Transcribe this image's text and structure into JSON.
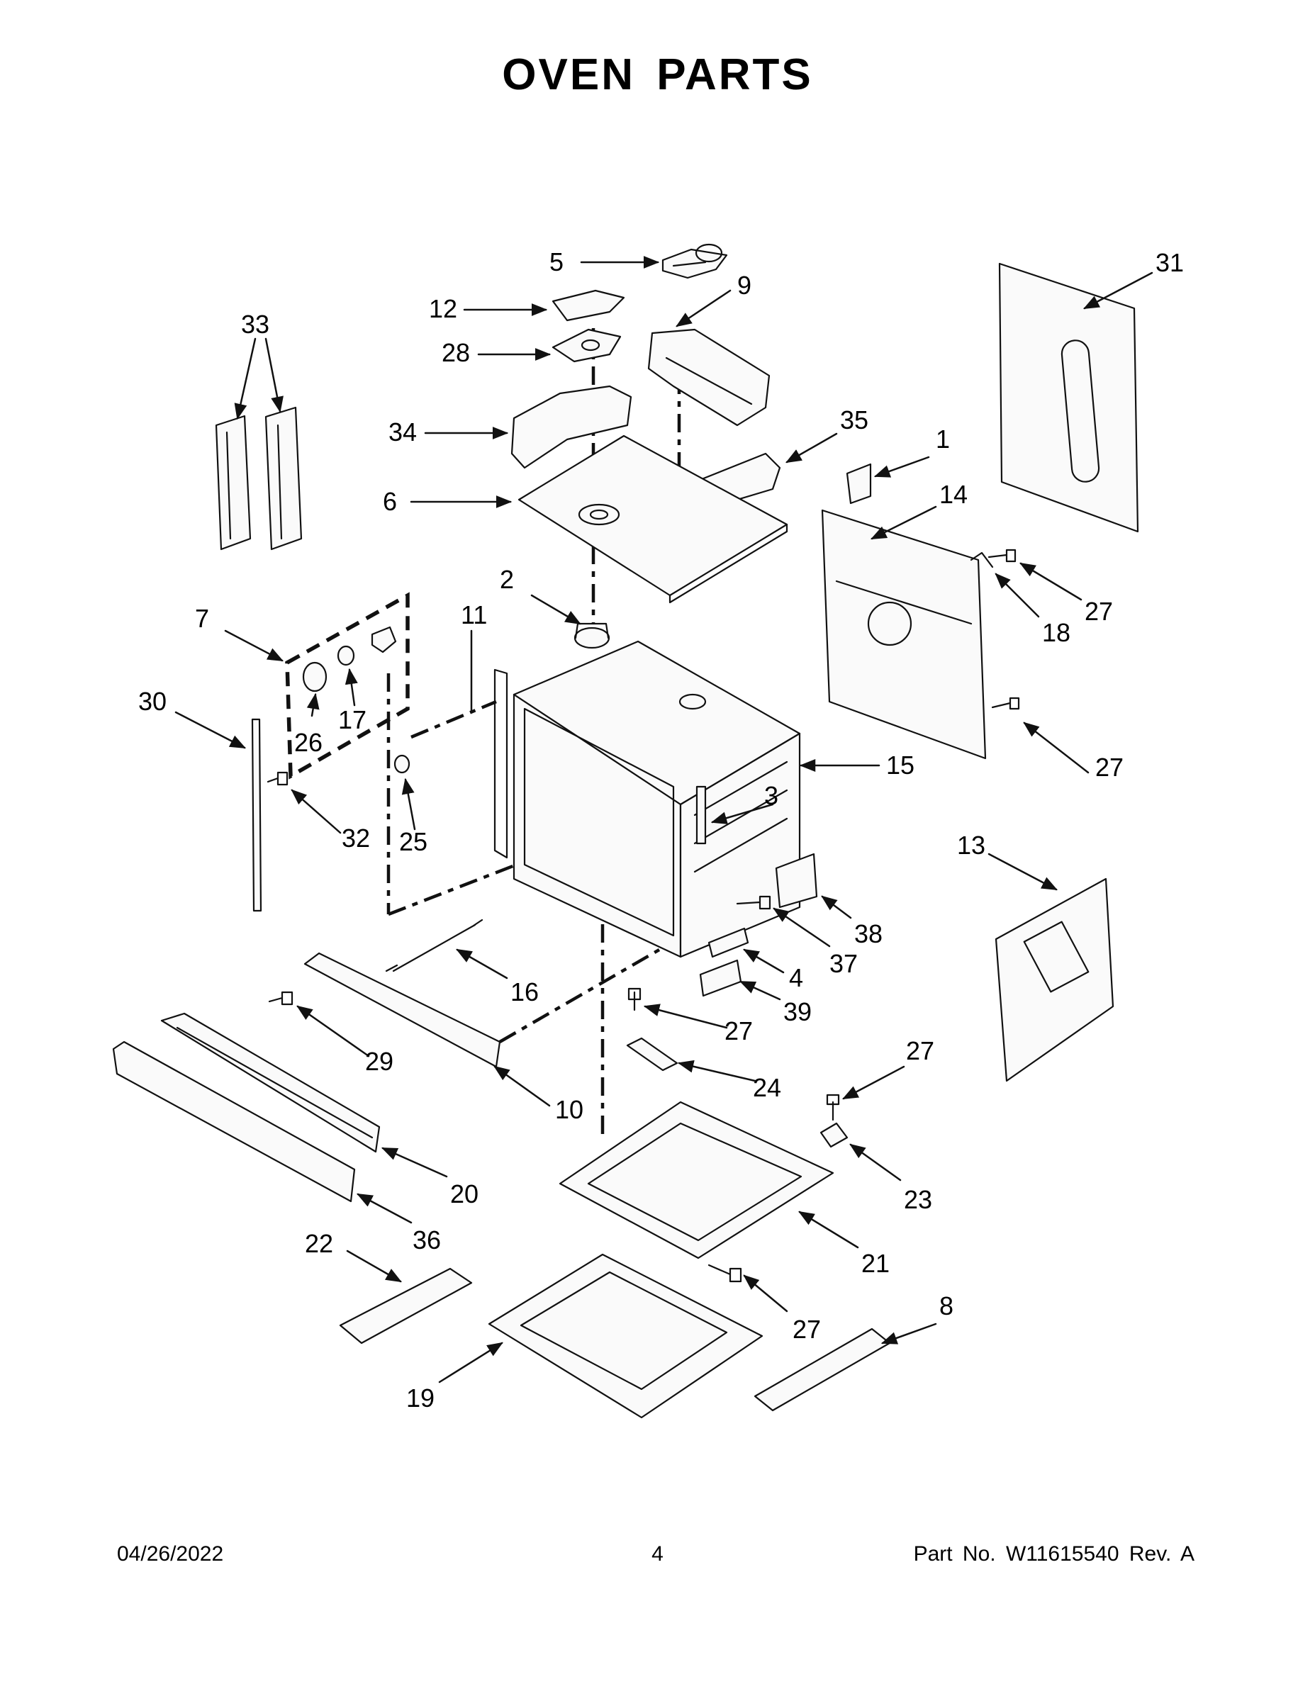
{
  "title": "OVEN PARTS",
  "footer": {
    "date": "04/26/2022",
    "page": "4",
    "part_no": "Part No.  W11615540  Rev.  A"
  },
  "callouts": [
    {
      "id": "c5",
      "text": "5"
    },
    {
      "id": "c9",
      "text": "9"
    },
    {
      "id": "c12",
      "text": "12"
    },
    {
      "id": "c28",
      "text": "28"
    },
    {
      "id": "c31",
      "text": "31"
    },
    {
      "id": "c33",
      "text": "33"
    },
    {
      "id": "c34",
      "text": "34"
    },
    {
      "id": "c35",
      "text": "35"
    },
    {
      "id": "c1",
      "text": "1"
    },
    {
      "id": "c6",
      "text": "6"
    },
    {
      "id": "c14",
      "text": "14"
    },
    {
      "id": "c27a",
      "text": "27"
    },
    {
      "id": "c18",
      "text": "18"
    },
    {
      "id": "c2",
      "text": "2"
    },
    {
      "id": "c7",
      "text": "7"
    },
    {
      "id": "c11",
      "text": "11"
    },
    {
      "id": "c30",
      "text": "30"
    },
    {
      "id": "c26",
      "text": "26"
    },
    {
      "id": "c17",
      "text": "17"
    },
    {
      "id": "c15",
      "text": "15"
    },
    {
      "id": "c27b",
      "text": "27"
    },
    {
      "id": "c3",
      "text": "3"
    },
    {
      "id": "c32",
      "text": "32"
    },
    {
      "id": "c25",
      "text": "25"
    },
    {
      "id": "c13",
      "text": "13"
    },
    {
      "id": "c38",
      "text": "38"
    },
    {
      "id": "c37",
      "text": "37"
    },
    {
      "id": "c16",
      "text": "16"
    },
    {
      "id": "c4",
      "text": "4"
    },
    {
      "id": "c39",
      "text": "39"
    },
    {
      "id": "c27c",
      "text": "27"
    },
    {
      "id": "c29",
      "text": "29"
    },
    {
      "id": "c24",
      "text": "24"
    },
    {
      "id": "c27d",
      "text": "27"
    },
    {
      "id": "c10",
      "text": "10"
    },
    {
      "id": "c20",
      "text": "20"
    },
    {
      "id": "c23",
      "text": "23"
    },
    {
      "id": "c36",
      "text": "36"
    },
    {
      "id": "c21",
      "text": "21"
    },
    {
      "id": "c22",
      "text": "22"
    },
    {
      "id": "c27e",
      "text": "27"
    },
    {
      "id": "c8",
      "text": "8"
    },
    {
      "id": "c19",
      "text": "19"
    }
  ]
}
